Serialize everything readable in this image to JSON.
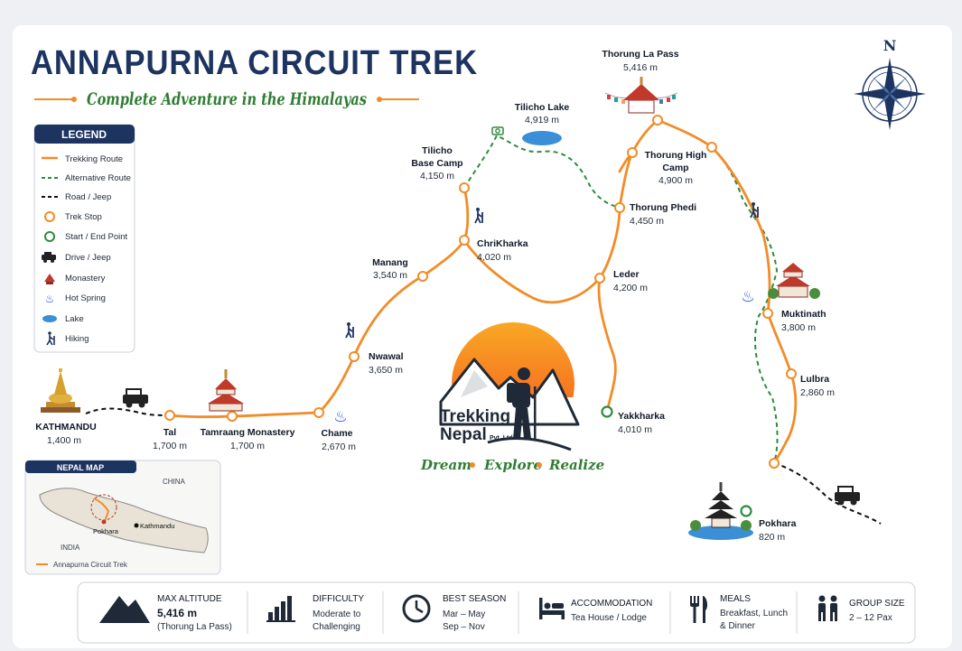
{
  "title": "ANNAPURNA CIRCUIT TREK",
  "subtitle": "Complete Adventure in the Himalayas",
  "compass_label": "N",
  "legend": {
    "heading": "LEGEND",
    "items": [
      {
        "label": "Trekking Route",
        "icon": "orange-line-icon"
      },
      {
        "label": "Alternative Route",
        "icon": "green-dashed-line-icon"
      },
      {
        "label": "Road / Jeep",
        "icon": "black-dashed-line-icon"
      },
      {
        "label": "Trek Stop",
        "icon": "orange-circle-icon"
      },
      {
        "label": "Start / End Point",
        "icon": "green-circle-icon"
      },
      {
        "label": "Drive / Jeep",
        "icon": "jeep-icon"
      },
      {
        "label": "Monastery",
        "icon": "monastery-icon"
      },
      {
        "label": "Hot Spring",
        "icon": "hot-spring-icon"
      },
      {
        "label": "Lake",
        "icon": "lake-icon"
      },
      {
        "label": "Hiking",
        "icon": "hiker-icon"
      }
    ]
  },
  "stops": {
    "kathmandu": {
      "name": "KATHMANDU",
      "alt": "1,400 m"
    },
    "tal": {
      "name": "Tal",
      "alt": "1,700 m"
    },
    "tamraang": {
      "name": "Tamraang Monastery",
      "alt": "1,700 m"
    },
    "chame": {
      "name": "Chame",
      "alt": "2,670 m"
    },
    "nwawal": {
      "name": "Nwawal",
      "alt": "3,650 m"
    },
    "manang": {
      "name": "Manang",
      "alt": "3,540 m"
    },
    "chrikharka": {
      "name": "ChriKharka",
      "alt": "4,020 m"
    },
    "tilicho_bc_1": "Tilicho",
    "tilicho_bc_2": "Base Camp",
    "tilicho_bc_alt": "4,150 m",
    "tilicho_lake": {
      "name": "Tilicho Lake",
      "alt": "4,919 m"
    },
    "thorung_la": {
      "name": "Thorung La Pass",
      "alt": "5,416 m"
    },
    "thorung_high_1": "Thorung High",
    "thorung_high_2": "Camp",
    "thorung_high_alt": "4,900 m",
    "thorung_phedi": {
      "name": "Thorung Phedi",
      "alt": "4,450 m"
    },
    "leder": {
      "name": "Leder",
      "alt": "4,200 m"
    },
    "yakkharka": {
      "name": "Yakkharka",
      "alt": "4,010 m"
    },
    "muktinath": {
      "name": "Muktinath",
      "alt": "3,800 m"
    },
    "lulbra": {
      "name": "Lulbra",
      "alt": "2,860 m"
    },
    "pokhara": {
      "name": "Pokhara",
      "alt": "820 m"
    }
  },
  "brand": {
    "line1": "Trekking",
    "line2": "Nepal",
    "suffix": "Pvt. Ltd.",
    "tagline": [
      "Dream",
      "Explore",
      "Realize"
    ]
  },
  "inset": {
    "heading": "NEPAL MAP",
    "china": "CHINA",
    "india": "INDIA",
    "pokhara": "Pokhara",
    "kathmandu": "Kathmandu",
    "route_label": "Annapurna Circuit Trek"
  },
  "info": [
    {
      "head": "MAX ALTITUDE",
      "v1": "5,416 m",
      "v2": "(Thorung La Pass)",
      "icon": "mountain-icon"
    },
    {
      "head": "DIFFICULTY",
      "v1": "Moderate to",
      "v2": "Challenging",
      "icon": "difficulty-bars-icon"
    },
    {
      "head": "BEST SEASON",
      "v1": "Mar – May",
      "v2": "Sep – Nov",
      "icon": "clock-icon"
    },
    {
      "head": "ACCOMMODATION",
      "v1": "Tea House / Lodge",
      "v2": "",
      "icon": "bed-icon"
    },
    {
      "head": "MEALS",
      "v1": "Breakfast, Lunch",
      "v2": "& Dinner",
      "icon": "fork-knife-icon"
    },
    {
      "head": "GROUP SIZE",
      "v1": "2 – 12 Pax",
      "v2": "",
      "icon": "group-icon"
    }
  ],
  "colors": {
    "route": "#f28c28",
    "alt_route": "#2e8b3e",
    "road": "#111111",
    "title": "#1d3461",
    "green": "#2f7d32"
  }
}
